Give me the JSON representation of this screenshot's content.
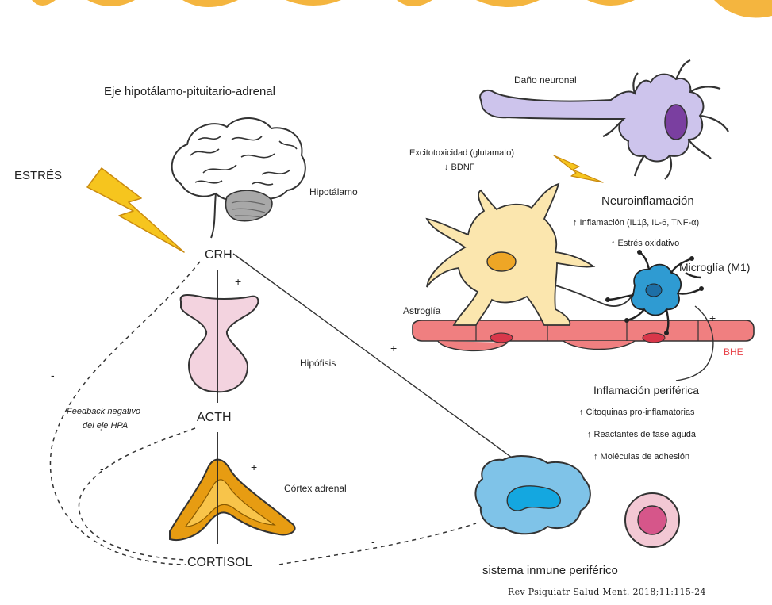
{
  "title": "Eje hipotálamo-pituitario-adrenal",
  "hpa": {
    "stress": "ESTRÉS",
    "hypothalamus": "Hipotálamo",
    "crh": "CRH",
    "pituitary": "Hipófisis",
    "acth": "ACTH",
    "adrenal_cortex": "Córtex adrenal",
    "cortisol": "CORTISOL",
    "feedback_line1": "Feedback negativo",
    "feedback_line2": "del eje HPA"
  },
  "cns": {
    "neuronal_damage": "Daño neuronal",
    "excitotoxicity": "Excitotoxicidad (glutamato)",
    "bdnf": "↓ BDNF",
    "neuroinflammation": "Neuroinflamación",
    "inflammation": "↑ Inflamación (IL1β, IL-6, TNF-α)",
    "oxidative_stress": "↑ Estrés oxidativo",
    "microglia": "Microglía (M1)",
    "astroglia": "Astroglía",
    "bbb": "BHE"
  },
  "peripheral": {
    "title": "Inflamación periférica",
    "items": [
      "↑ Citoquinas pro-inflamatorias",
      "↑ Reactantes de fase aguda",
      "↑ Moléculas de adhesión"
    ],
    "immune_system": "sistema inmune periférico"
  },
  "signs": {
    "plus": "+",
    "minus": "-"
  },
  "citation": "Rev Psiquiatr Salud Ment. 2018;11:115-24",
  "colors": {
    "banner": "#f2a81d",
    "bolt": "#f6c51e",
    "pituitary": "#f3d3df",
    "adrenal_outer": "#e79c12",
    "adrenal_inner": "#f8c44a",
    "neuron": "#cdc4ec",
    "neuron_nucleus": "#7a3fa0",
    "astrocyte": "#fbe6ae",
    "astrocyte_nucleus": "#eea626",
    "microglia": "#2f9bd2",
    "vessel": "#f07f80",
    "vessel_nucleus": "#d9374a",
    "macrophage": "#7fc3e8",
    "macrophage_nucleus": "#14a7e0",
    "lymphocyte": "#f3c8d4",
    "lymphocyte_nucleus": "#d6568a",
    "bbb_label": "#e8434a"
  }
}
